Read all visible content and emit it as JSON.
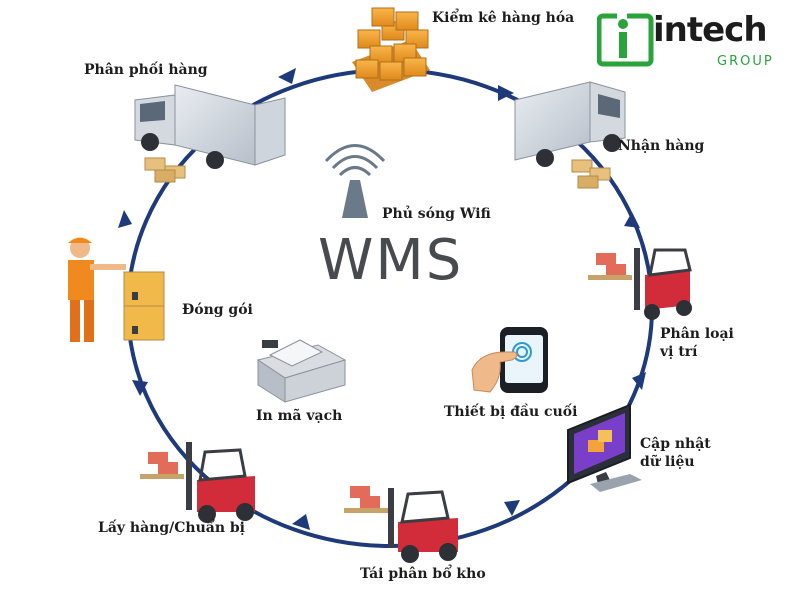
{
  "logo": {
    "name": "intech",
    "sub": "GROUP",
    "green": "#2aa33a"
  },
  "center": {
    "title": "WMS",
    "wifi_label": "Phủ sóng Wifi",
    "printer_label": "In mã vạch",
    "terminal_label": "Thiết bị đầu cuối"
  },
  "cycle": {
    "arrow_color": "#1e3a7a",
    "steps": [
      {
        "label": "Kiểm kê hàng hóa"
      },
      {
        "label": "Nhận hàng"
      },
      {
        "label_line1": "Phân loại",
        "label_line2": "vị trí"
      },
      {
        "label_line1": "Cập nhật",
        "label_line2": "dữ liệu"
      },
      {
        "label": "Tái phân bổ kho"
      },
      {
        "label": "Lấy hàng/Chuẩn bị"
      },
      {
        "label": "Đóng gói"
      },
      {
        "label": "Phân phối hàng"
      }
    ]
  }
}
